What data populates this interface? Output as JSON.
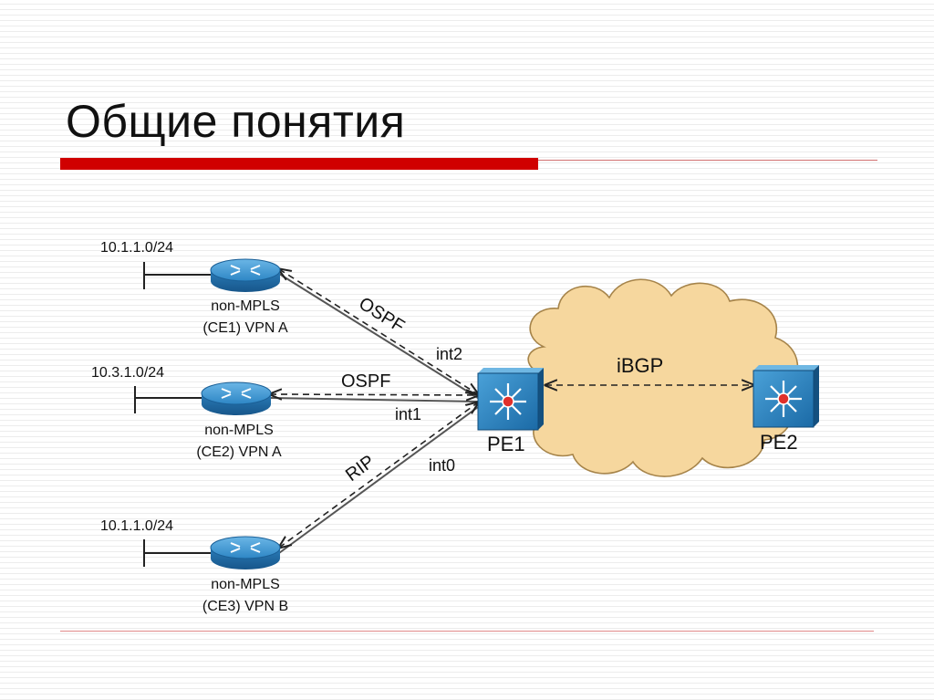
{
  "slide": {
    "title": "Общие понятия"
  },
  "diagram": {
    "ce_routers": [
      {
        "subnet": "10.1.1.0/24",
        "line1": "non-MPLS",
        "line2": "(CE1) VPN A"
      },
      {
        "subnet": "10.3.1.0/24",
        "line1": "non-MPLS",
        "line2": "(CE2) VPN A"
      },
      {
        "subnet": "10.1.1.0/24",
        "line1": "non-MPLS",
        "line2": "(CE3) VPN B"
      }
    ],
    "links": [
      {
        "protocol": "OSPF",
        "interface": "int2"
      },
      {
        "protocol": "OSPF",
        "interface": "int1"
      },
      {
        "protocol": "RIP",
        "interface": "int0"
      }
    ],
    "pe_switches": [
      {
        "name": "PE1"
      },
      {
        "name": "PE2"
      }
    ],
    "core": {
      "protocol": "iBGP"
    }
  },
  "colors": {
    "accent_red": "#d00000",
    "cloud_fill": "#f6d79e",
    "cloud_stroke": "#9c7a3c",
    "router_fill": "#2d86c5",
    "switch_fill": "#1f7ab8"
  }
}
